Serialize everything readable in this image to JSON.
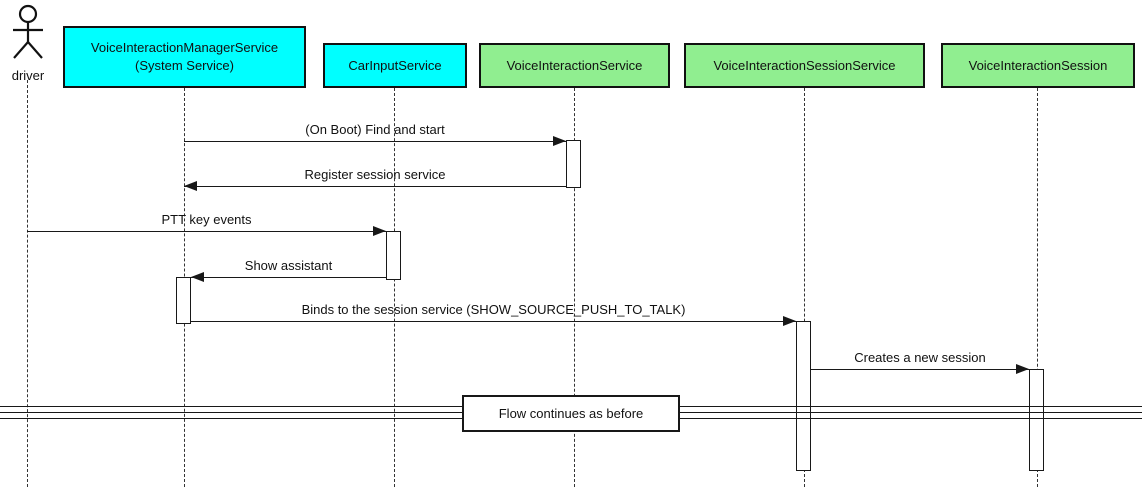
{
  "diagram_type": "uml-sequence-diagram",
  "actor": {
    "label": "driver"
  },
  "participants": [
    {
      "id": "voice-interaction-manager-service",
      "label": "VoiceInteractionManagerService\n(System Service)",
      "color": "#00FFFF"
    },
    {
      "id": "car-input-service",
      "label": "CarInputService",
      "color": "#00FFFF"
    },
    {
      "id": "voice-interaction-service",
      "label": "VoiceInteractionService",
      "color": "#90EE90"
    },
    {
      "id": "voice-interaction-session-service",
      "label": "VoiceInteractionSessionService",
      "color": "#90EE90"
    },
    {
      "id": "voice-interaction-session",
      "label": "VoiceInteractionSession",
      "color": "#90EE90"
    }
  ],
  "messages": [
    {
      "label": "(On Boot) Find and start",
      "from": "VoiceInteractionManagerService (System Service)",
      "to": "VoiceInteractionService",
      "direction": "right"
    },
    {
      "label": "Register session service",
      "from": "VoiceInteractionService",
      "to": "VoiceInteractionManagerService (System Service)",
      "direction": "left"
    },
    {
      "label": "PTT key events",
      "from": "driver",
      "to": "CarInputService",
      "direction": "right"
    },
    {
      "label": "Show assistant",
      "from": "CarInputService",
      "to": "VoiceInteractionManagerService (System Service)",
      "direction": "left"
    },
    {
      "label": "Binds to the session service (SHOW_SOURCE_PUSH_TO_TALK)",
      "from": "VoiceInteractionManagerService (System Service)",
      "to": "VoiceInteractionSessionService",
      "direction": "right"
    },
    {
      "label": "Creates a new session",
      "from": "VoiceInteractionSessionService",
      "to": "VoiceInteractionSession",
      "direction": "right"
    }
  ],
  "divider": {
    "label": "Flow continues as before"
  },
  "colors": {
    "participant_cyan": "#00FFFF",
    "participant_green": "#90EE90",
    "line": "#181818",
    "background": "#FFFFFF"
  }
}
